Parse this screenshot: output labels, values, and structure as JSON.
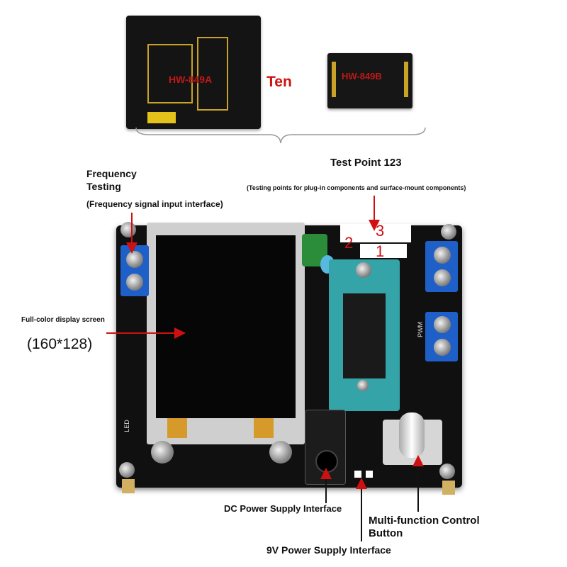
{
  "top_boards": {
    "board1_label": "HW-849A",
    "connector_text": "Ten",
    "board2_label": "HW-849B"
  },
  "labels": {
    "test_point_title": "Test Point 123",
    "test_point_desc": "(Testing points for plug-in components and surface-mount components)",
    "freq_title_1": "Frequency",
    "freq_title_2": "Testing",
    "freq_desc": "(Frequency signal input interface)",
    "display_title": "Full-color display screen",
    "display_res": "(160*128)",
    "dc_power": "DC Power Supply Interface",
    "multi_button_1": "Multi-function Control",
    "multi_button_2": "Button",
    "power_9v": "9V Power Supply Interface"
  },
  "test_points": {
    "tp3": "3",
    "tp2": "2",
    "tp1": "1"
  },
  "silkscreen": {
    "pwm": "PWM",
    "led": "LED"
  },
  "colors": {
    "arrow": "#d01010",
    "terminal": "#1f5fc8",
    "socket": "#35a4a8",
    "board_label": "#c01818"
  }
}
